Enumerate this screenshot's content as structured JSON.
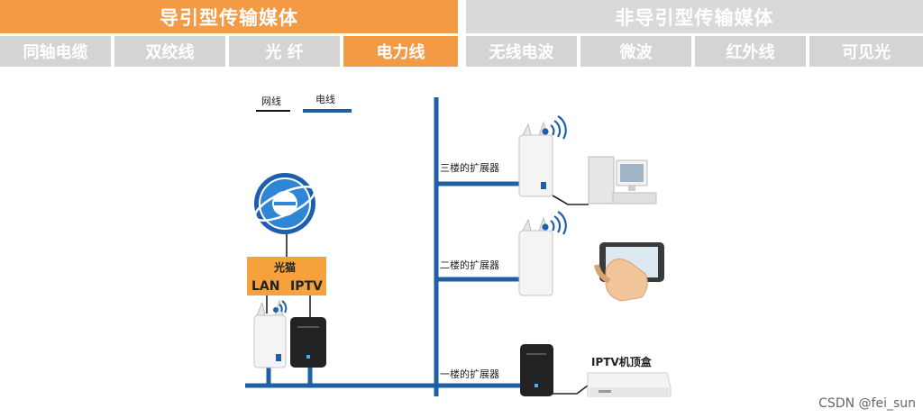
{
  "header": {
    "guided": "导引型传输媒体",
    "unguided": "非导引型传输媒体"
  },
  "categories": [
    {
      "label": "同轴电缆",
      "active": false
    },
    {
      "label": "双绞线",
      "active": false
    },
    {
      "label": "光  纤",
      "active": false
    },
    {
      "label": "电力线",
      "active": true
    },
    {
      "label": "无线电波",
      "active": false
    },
    {
      "label": "微波",
      "active": false
    },
    {
      "label": "红外线",
      "active": false
    },
    {
      "label": "可见光",
      "active": false
    }
  ],
  "legend": {
    "network_cable": "网线",
    "power_line": "电线"
  },
  "diagram": {
    "modem": "光猫",
    "lan": "LAN",
    "iptv": "IPTV",
    "ext3": "三楼的扩展器",
    "ext2": "二楼的扩展器",
    "ext1": "一楼的扩展器",
    "stb": "IPTV机顶盒"
  },
  "watermark": "CSDN @fei_sun",
  "colors": {
    "accent_orange": "#f39a45",
    "inactive_gray": "#d4d4d4",
    "power_blue": "#1f5fa3"
  }
}
